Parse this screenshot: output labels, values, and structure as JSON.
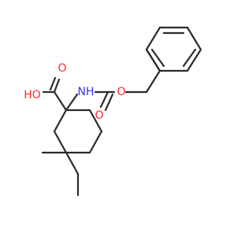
{
  "molecule": {
    "atoms": {
      "carboxyl_oh": {
        "label": "HO",
        "color": "#ff2a2a"
      },
      "carboxyl_o": {
        "label": "O",
        "color": "#ff2a2a"
      },
      "amide_nh": {
        "label": "NH",
        "color": "#3333ff"
      },
      "carbamate_o": {
        "label": "O",
        "color": "#ff2a2a"
      },
      "ester_o": {
        "label": "O",
        "color": "#ff2a2a"
      }
    },
    "bond_color": "#2b2b2b"
  }
}
